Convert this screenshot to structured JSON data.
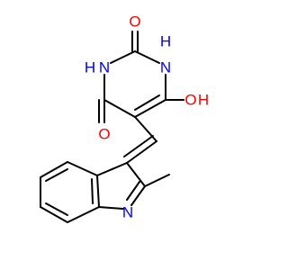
{
  "molecule": {
    "atoms": {
      "o_top": {
        "text": "O",
        "color": "#ff0000"
      },
      "nh_top": {
        "text": "H",
        "color": "#0000ff"
      },
      "n_top": {
        "text": "N",
        "color": "#0000ff"
      },
      "n_left": {
        "text": "N",
        "color": "#0000ff"
      },
      "h_left": {
        "text": "H",
        "color": "#0000ff"
      },
      "oh_o": {
        "text": "O",
        "color": "#ff0000"
      },
      "oh_h": {
        "text": "H",
        "color": "#ff0000"
      },
      "o_bottom": {
        "text": "O",
        "color": "#ff0000"
      },
      "n_indole": {
        "text": "N",
        "color": "#0000ff"
      }
    },
    "colors": {
      "bond": "#000000",
      "background": "#ffffff"
    }
  }
}
